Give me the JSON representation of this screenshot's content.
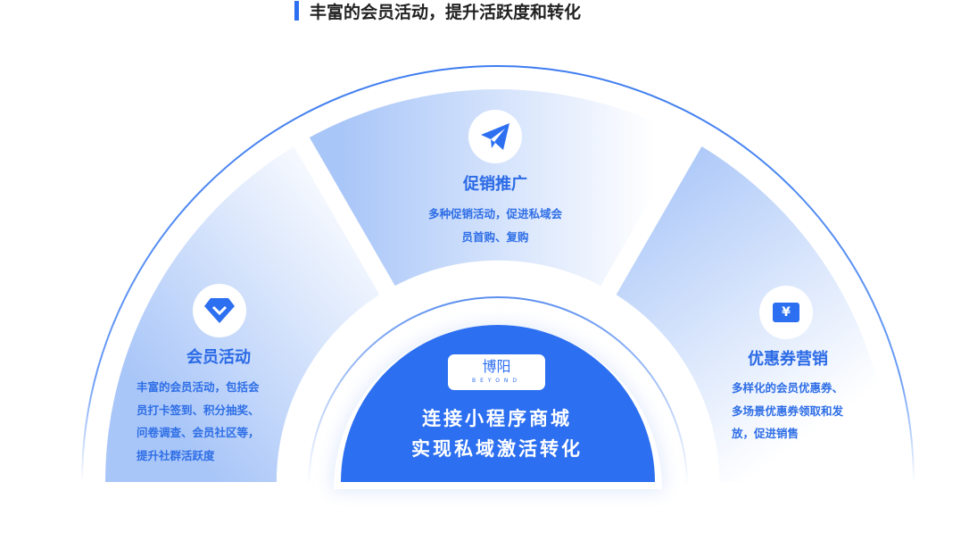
{
  "header": {
    "title": "丰富的会员活动，提升活跃度和转化"
  },
  "segments": [
    {
      "title": "会员活动",
      "icon": "diamond-icon",
      "desc": [
        "丰富的会员活动，包括会",
        "员打卡签到、积分抽奖、",
        "问卷调查、会员社区等，",
        "提升社群活跃度"
      ]
    },
    {
      "title": "促销推广",
      "icon": "paper-plane-icon",
      "desc": [
        "多种促销活动，促进私域会",
        "员首购、复购"
      ]
    },
    {
      "title": "优惠券营销",
      "icon": "coupon-icon",
      "coupon_symbol": "¥",
      "desc": [
        "多样化的会员优惠券、",
        "多场景优惠券领取和发",
        "放，促进销售"
      ]
    }
  ],
  "center": {
    "logo_cn": "博阳",
    "logo_en": "BEYOND",
    "lines": [
      "连接小程序商城",
      "实现私域激活转化"
    ]
  },
  "colors": {
    "accent": "#2c6ff0",
    "segment": "#a9c6f8"
  }
}
